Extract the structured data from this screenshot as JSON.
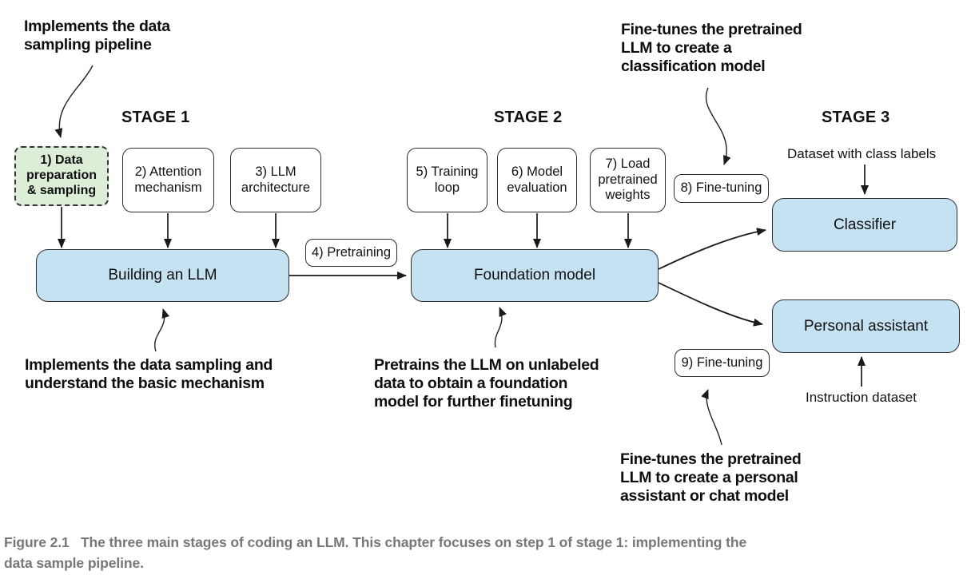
{
  "figure": {
    "caption": "Figure 2.1   The three main stages of coding an LLM. This chapter focuses on step 1 of stage 1: implementing the\ndata sample pipeline."
  },
  "stage_headers": [
    {
      "label": "STAGE 1"
    },
    {
      "label": "STAGE 2"
    },
    {
      "label": "STAGE 3"
    }
  ],
  "annotations": {
    "top_left": "Implements the data\nsampling pipeline",
    "top_right": "Fine-tunes the pretrained\nLLM to create a\nclassification model",
    "bottom_left": "Implements the data sampling and\nunderstand the basic mechanism",
    "bottom_middle": "Pretrains the LLM on unlabeled\ndata to obtain a foundation\nmodel for further finetuning",
    "bottom_right": "Fine-tunes the pretrained\nLLM to create a personal\nassistant or chat model"
  },
  "step_boxes": {
    "step1": "1) Data\npreparation\n& sampling",
    "step2": "2) Attention\nmechanism",
    "step3": "3) LLM\narchitecture",
    "step4": "4) Pretraining",
    "step5": "5) Training\nloop",
    "step6": "6) Model\nevaluation",
    "step7": "7) Load\npretrained\nweights",
    "step8": "8) Fine-tuning",
    "step9": "9) Fine-tuning"
  },
  "model_boxes": {
    "building": "Building an LLM",
    "foundation": "Foundation model",
    "classifier": "Classifier",
    "assistant": "Personal assistant"
  },
  "dataset_labels": {
    "class_labels": "Dataset with class labels",
    "instruction": "Instruction dataset"
  },
  "colors": {
    "model_box_fill": "#c5e2f2",
    "step1_box_fill": "#dcedd8",
    "box_border": "#2d2d2d",
    "caption_text": "#75777a",
    "arrow": "#1a1a1a"
  }
}
